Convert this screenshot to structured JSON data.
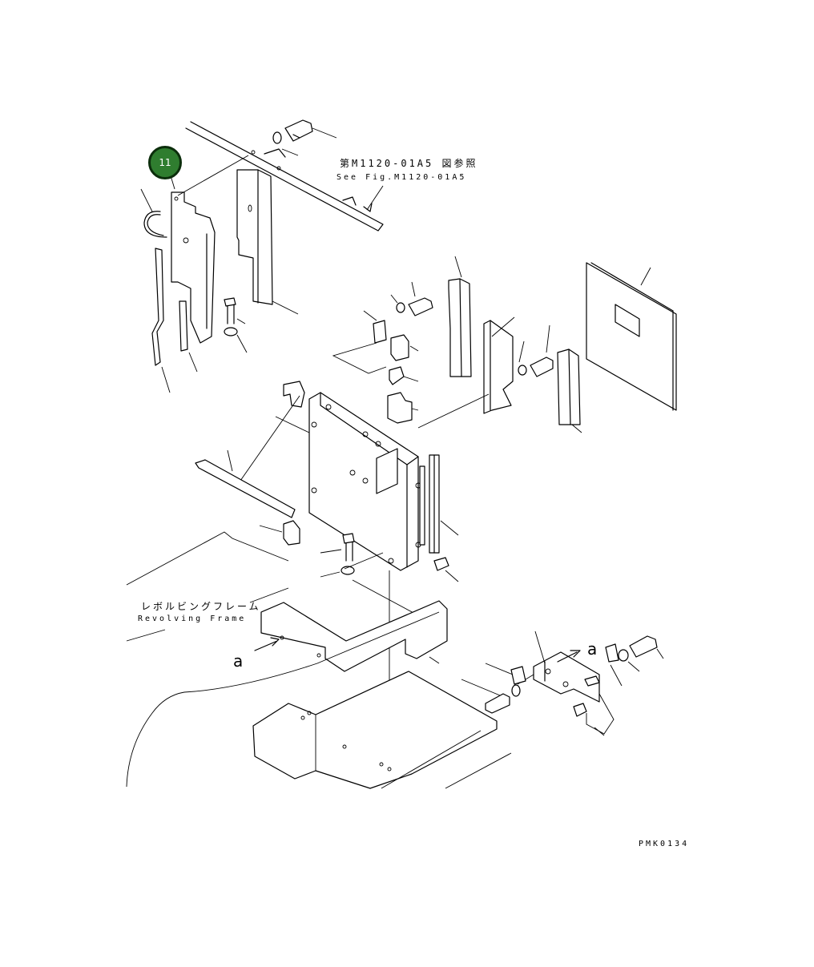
{
  "callout": {
    "number": "11",
    "color": "#2f7d2f"
  },
  "labels": {
    "fig_ref_jp": "第M1120-01A5 図参照",
    "fig_ref_en": "See Fig.M1120-01A5",
    "frame_jp": "レボルビングフレーム",
    "frame_en": "Revolving Frame",
    "view_a_left": "a",
    "view_a_right": "a",
    "drawing_code": "PMK0134"
  }
}
